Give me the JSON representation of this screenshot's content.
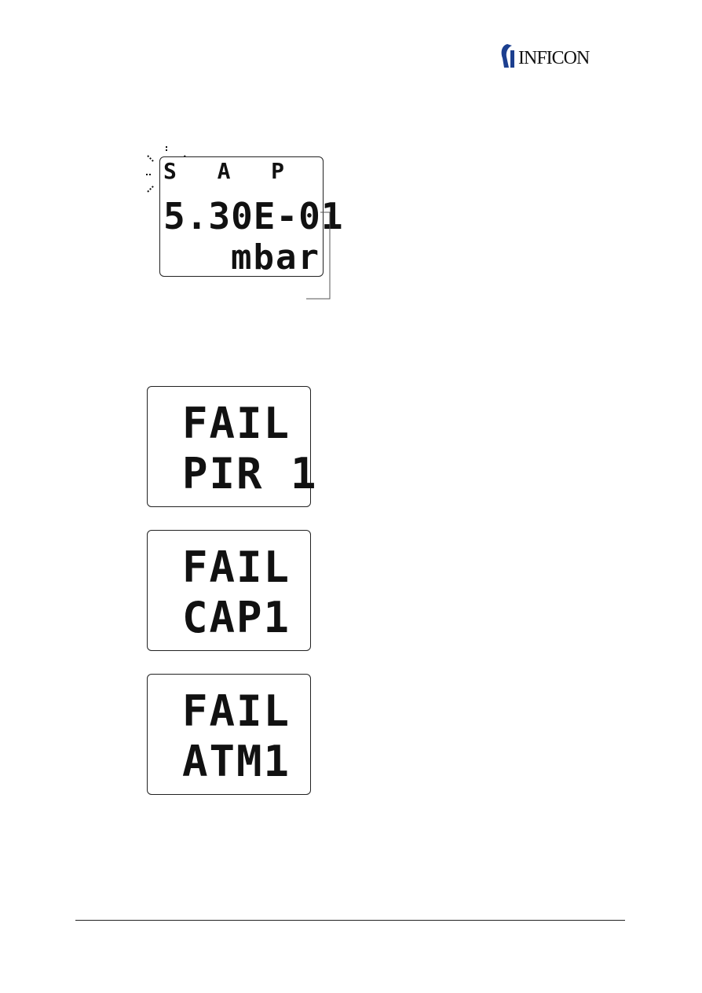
{
  "brand": {
    "name": "INFICON",
    "logo_color": "#1c3f8f"
  },
  "main_display": {
    "top_row": "S  A  P",
    "value": "5.30E-01",
    "unit": "mbar"
  },
  "fail_displays": [
    {
      "line1": "FAIL",
      "line2": "PIR 1"
    },
    {
      "line1": "FAIL",
      "line2": "CAP1"
    },
    {
      "line1": "FAIL",
      "line2": "ATM1"
    }
  ]
}
